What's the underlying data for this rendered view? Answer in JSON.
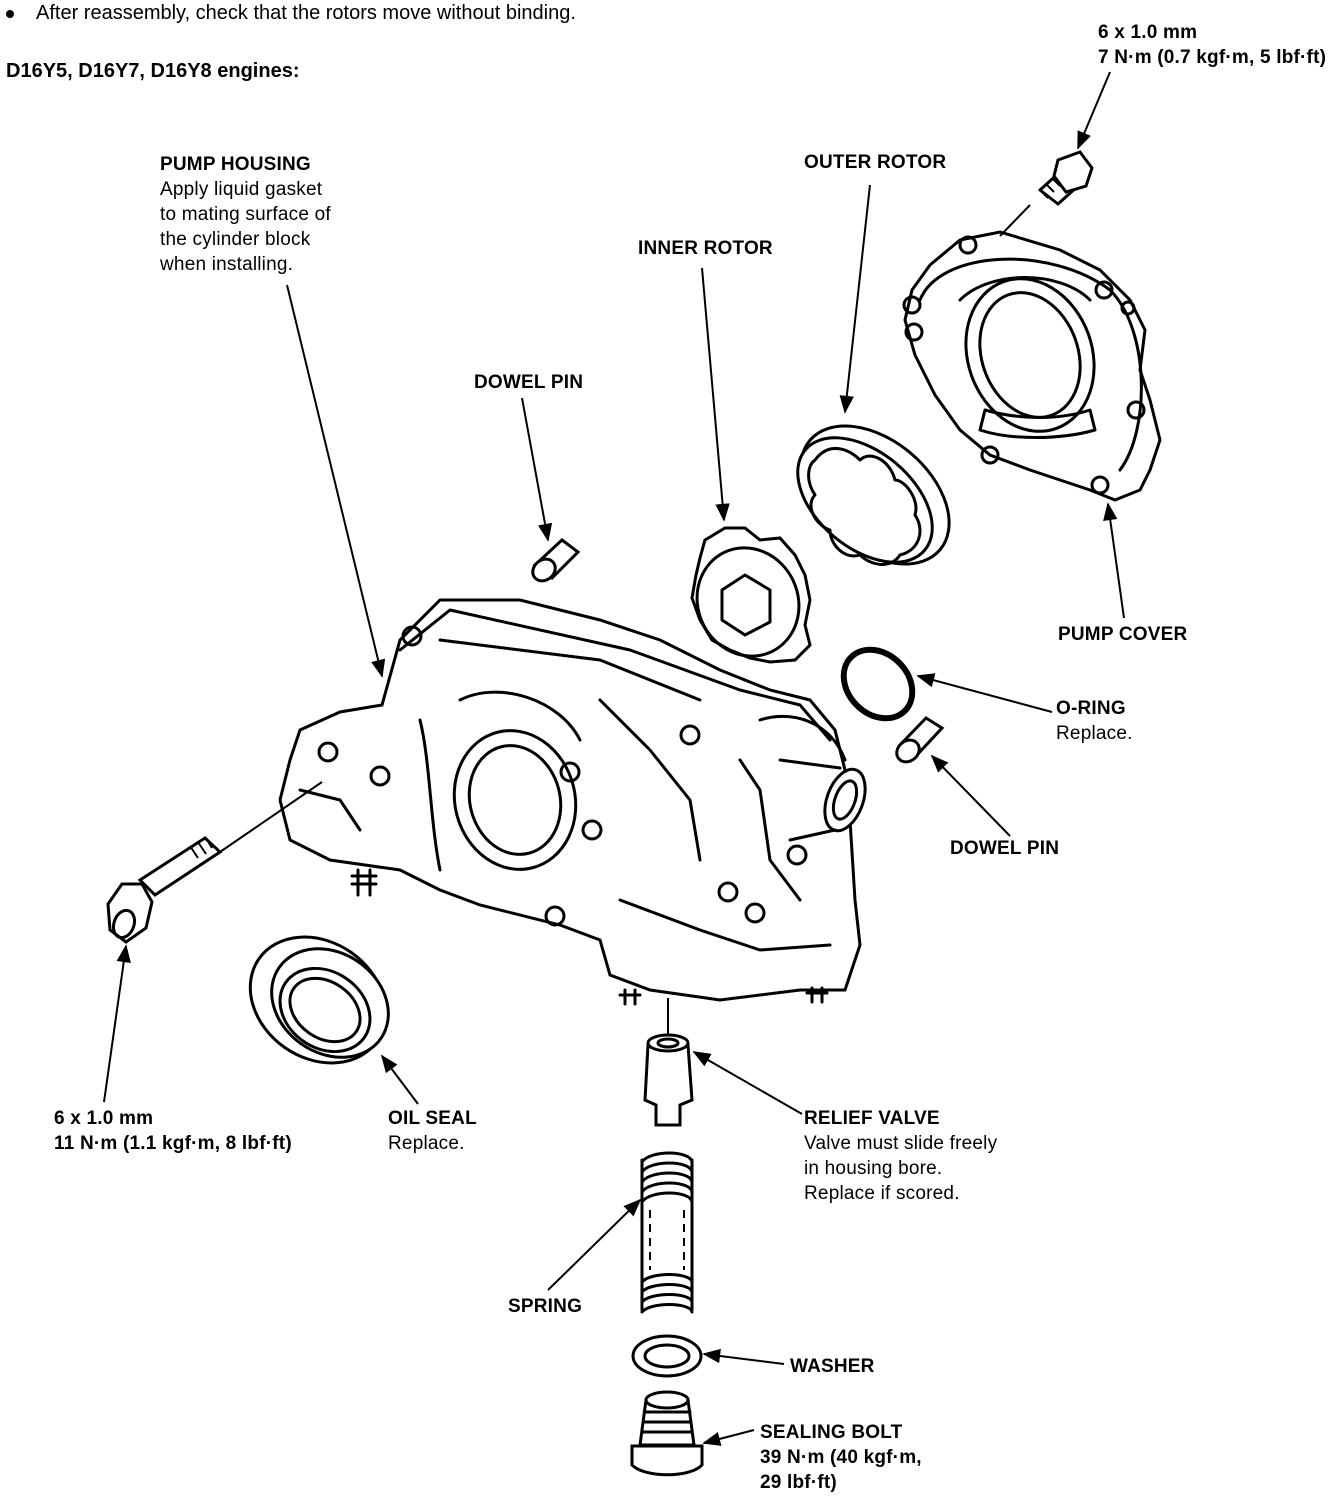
{
  "note": {
    "text": "After reassembly, check that the rotors move without binding."
  },
  "heading": "D16Y5, D16Y7, D16Y8 engines:",
  "labels": {
    "top_bolt": {
      "lines": [
        "6 x 1.0 mm",
        "7 N·m (0.7 kgf·m, 5 lbf·ft)"
      ]
    },
    "pump_housing": {
      "title": "PUMP HOUSING",
      "lines": [
        "Apply liquid gasket",
        "to mating surface of",
        "the cylinder block",
        "when installing."
      ]
    },
    "outer_rotor": {
      "title": "OUTER ROTOR"
    },
    "inner_rotor": {
      "title": "INNER ROTOR"
    },
    "dowel_pin_top": {
      "title": "DOWEL PIN"
    },
    "pump_cover": {
      "title": "PUMP COVER"
    },
    "o_ring": {
      "title": "O-RING",
      "lines": [
        "Replace."
      ]
    },
    "dowel_pin_right": {
      "title": "DOWEL PIN"
    },
    "bottom_bolt": {
      "lines": [
        "6 x 1.0 mm",
        "11 N·m (1.1 kgf·m, 8 lbf·ft)"
      ]
    },
    "oil_seal": {
      "title": "OIL SEAL",
      "lines": [
        "Replace."
      ]
    },
    "relief_valve": {
      "title": "RELIEF VALVE",
      "lines": [
        "Valve must slide freely",
        "in housing bore.",
        "Replace if scored."
      ]
    },
    "spring": {
      "title": "SPRING"
    },
    "washer": {
      "title": "WASHER"
    },
    "sealing_bolt": {
      "title": "SEALING BOLT",
      "lines": [
        "39 N·m (40 kgf·m,",
        "29 lbf·ft)"
      ]
    }
  }
}
